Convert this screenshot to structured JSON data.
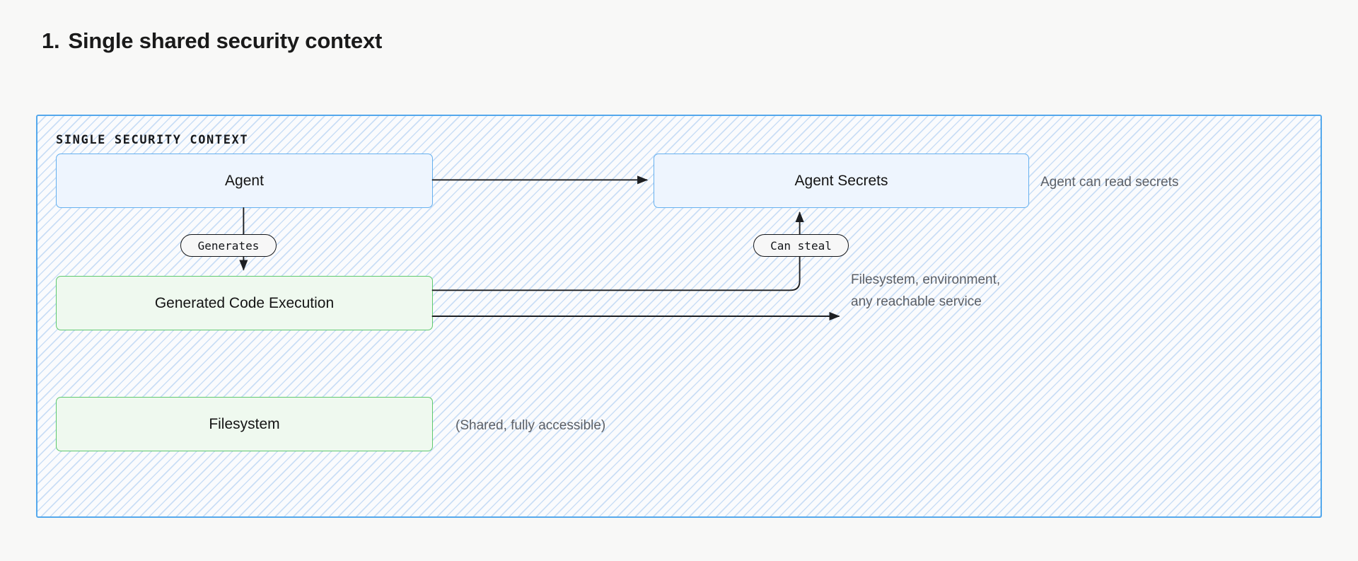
{
  "page": {
    "title_number": "1.",
    "title_text": "Single shared security context",
    "background_color": "#f8f8f7"
  },
  "diagram": {
    "container_label": "SINGLE SECURITY CONTEXT",
    "container_border_color": "#54a8ec",
    "nodes": [
      {
        "id": "agent",
        "label": "Agent",
        "fill": "#eef5fe",
        "border": "#65b0ef"
      },
      {
        "id": "secrets",
        "label": "Agent Secrets",
        "fill": "#eef5fe",
        "border": "#65b0ef"
      },
      {
        "id": "codeexec",
        "label": "Generated Code Execution",
        "fill": "#eff9ef",
        "border": "#5fc96f"
      },
      {
        "id": "filesystem",
        "label": "Filesystem",
        "fill": "#eff9ef",
        "border": "#5fc96f"
      }
    ],
    "edge_labels": [
      {
        "id": "generates",
        "label": "Generates"
      },
      {
        "id": "cansteal",
        "label": "Can steal"
      }
    ],
    "annotations": [
      {
        "id": "secrets-note",
        "text": "Agent can read secrets"
      },
      {
        "id": "exec-note",
        "text": "Filesystem, environment,\nany reachable service"
      },
      {
        "id": "fs-note",
        "text": "(Shared, fully accessible)"
      }
    ],
    "annotation_color": "#5b5f66"
  }
}
